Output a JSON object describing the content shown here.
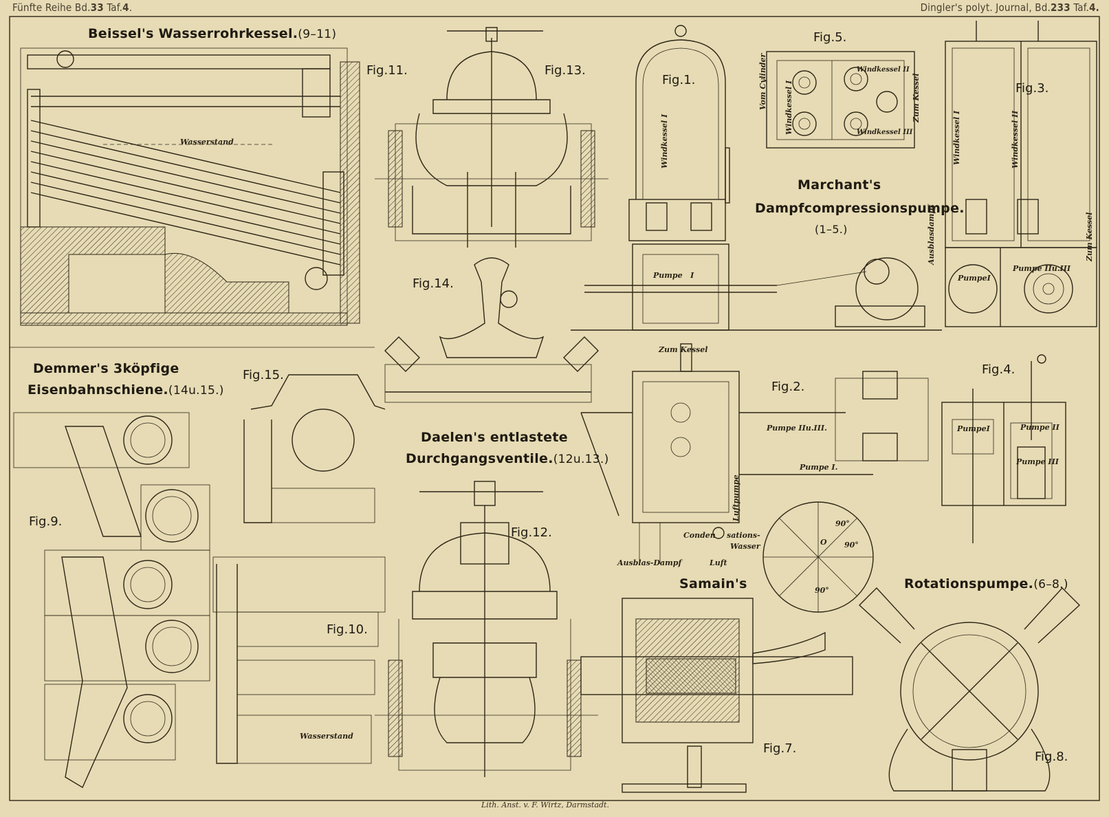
{
  "header": {
    "left_prefix": "Fünfte Reihe Bd.",
    "left_volume": "33",
    "left_suffix": "Taf.",
    "left_plate": "4",
    "right_prefix": "Dingler's polyt. Journal, Bd.",
    "right_volume": "233",
    "right_suffix": "Taf.",
    "right_plate": "4."
  },
  "titles": {
    "beissel": {
      "main": "Beissel's Wasserrohrkessel.",
      "sub": "(9–11)"
    },
    "demmer_line1": "Demmer's 3köpfige",
    "demmer_line2": {
      "main": "Eisenbahnschiene.",
      "sub": "(14u.15.)"
    },
    "daelen_line1": "Daelen's entlastete",
    "daelen_line2": {
      "main": "Durchgangsventile.",
      "sub": "(12u.13.)"
    },
    "marchant_line1": "Marchant's",
    "marchant_line2": "Dampfcompressionspumpe.",
    "marchant_sub": "(1–5.)",
    "samain": "Samain's",
    "rotation": {
      "main": "Rotationspumpe.",
      "sub": "(6–8.)"
    }
  },
  "figures": {
    "fig1": "Fig.1.",
    "fig2": "Fig.2.",
    "fig3": "Fig.3.",
    "fig4": "Fig.4.",
    "fig5": "Fig.5.",
    "fig7": "Fig.7.",
    "fig8": "Fig.8.",
    "fig9": "Fig.9.",
    "fig10": "Fig.10.",
    "fig11": "Fig.11.",
    "fig12": "Fig.12.",
    "fig13": "Fig.13.",
    "fig14": "Fig.14.",
    "fig15": "Fig.15."
  },
  "labels": {
    "wasserstand_top": "Wasserstand",
    "wasserstand_bottom": "Wasserstand",
    "windkessel_1_fig1": "Windkessel I",
    "windkessel_1_fig3": "Windkessel I",
    "windkessel_2_fig3": "Windkessel II",
    "pumpe_1_fig1": "Pumpe",
    "pumpe_1_numeral": "I",
    "pumpe_1_fig3": "PumpeI",
    "pumpe_2_3_fig3": "Pumpe IIu.III",
    "pumpe_1_fig4": "PumpeI",
    "pumpe_2_fig4": "Pumpe II",
    "pumpe_3_fig4": "Pumpe III",
    "zum_kessel_fig2": "Zum Kessel",
    "zum_kessel_fig3": "Zum Kessel",
    "zum_kessel_fig5": "Zum Kessel",
    "ausblasdampf_fig3": "Ausblasdampf",
    "vom_cylinder": "Vom Cylinder",
    "windkessel_1_fig5": "Windkessel I",
    "windkessel_2_fig5": "Windkessel II",
    "windkessel_3_fig5": "Windkessel III",
    "pumpe_2_3_fig2": "Pumpe IIu.III.",
    "pumpe_1_fig2": "Pumpe I.",
    "luftpumpe": "Luftpumpe",
    "condensations": "Conden",
    "condensations2": "sations-",
    "wasser": "Wasser",
    "ausblas": "Ausblas-Dampf",
    "luft": "Luft",
    "angle_90_a": "90°",
    "angle_90_b": "90°",
    "angle_90_c": "90°",
    "center_o": "O"
  },
  "credit": "Lith. Anst. v. F. Wirtz, Darmstadt."
}
